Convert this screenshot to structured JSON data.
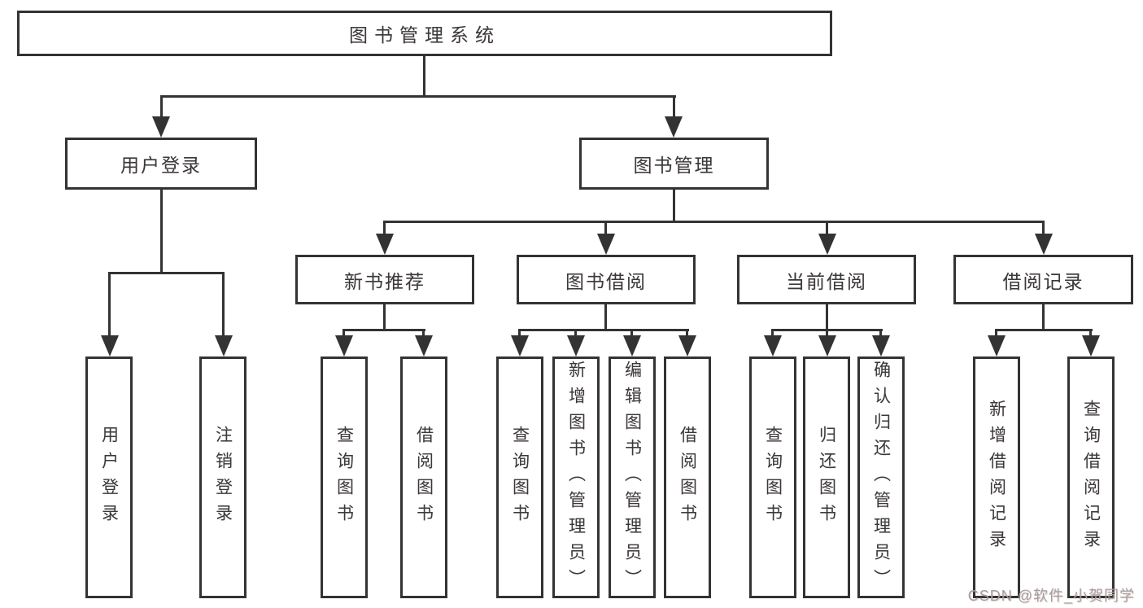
{
  "colors": {
    "background": "#ffffff",
    "line": "#333333",
    "text": "#3a3a3a",
    "watermark": "#a0a0a0"
  },
  "diagram": {
    "root": {
      "label": "图书管理系统"
    },
    "level2": [
      {
        "label": "用户登录"
      },
      {
        "label": "图书管理"
      }
    ],
    "level3": [
      {
        "label": "新书推荐"
      },
      {
        "label": "图书借阅"
      },
      {
        "label": "当前借阅"
      },
      {
        "label": "借阅记录"
      }
    ],
    "leaves": {
      "user_login": [
        {
          "label": "用户登录"
        },
        {
          "label": "注销登录"
        }
      ],
      "new_book_recommend": [
        {
          "label": "查询图书"
        },
        {
          "label": "借阅图书"
        }
      ],
      "book_borrow": [
        {
          "label": "查询图书"
        },
        {
          "label": "新增图书（管理员）"
        },
        {
          "label": "编辑图书（管理员）"
        },
        {
          "label": "借阅图书"
        }
      ],
      "current_borrow": [
        {
          "label": "查询图书"
        },
        {
          "label": "归还图书"
        },
        {
          "label": "确认归还（管理员）"
        }
      ],
      "borrow_record": [
        {
          "label": "新增借阅记录"
        },
        {
          "label": "查询借阅记录"
        }
      ]
    },
    "watermark": "CSDN @软件_小贺同学"
  }
}
